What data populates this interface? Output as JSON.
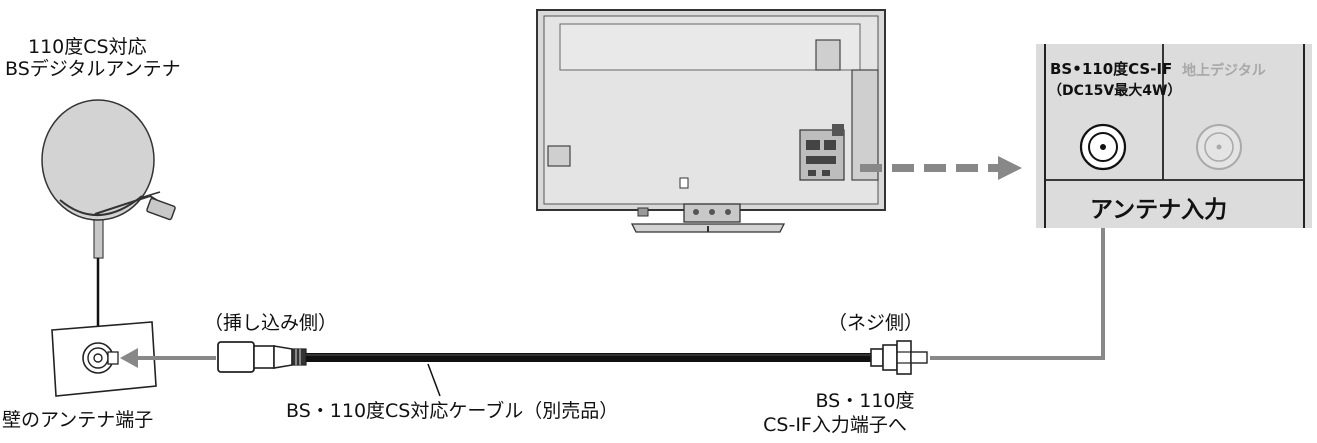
{
  "antenna": {
    "label_line1": "110度CS対応",
    "label_line2": "BSデジタルアンテナ"
  },
  "wall_outlet": {
    "label": "壁のアンテナ端子"
  },
  "cable": {
    "insert_side_label": "（挿し込み側）",
    "screw_side_label": "（ネジ側）",
    "name_label": "BS・110度CS対応ケーブル（別売品）"
  },
  "connector_target": {
    "line1": "BS・110度",
    "line2": "CS-IF入力端子へ"
  },
  "tv_panel": {
    "bs_label_line1": "BS•110度CS-IF",
    "bs_label_line2": "（DC15V最大4W）",
    "terrestrial_label": "地上デジタル",
    "section_title": "アンテナ入力"
  }
}
